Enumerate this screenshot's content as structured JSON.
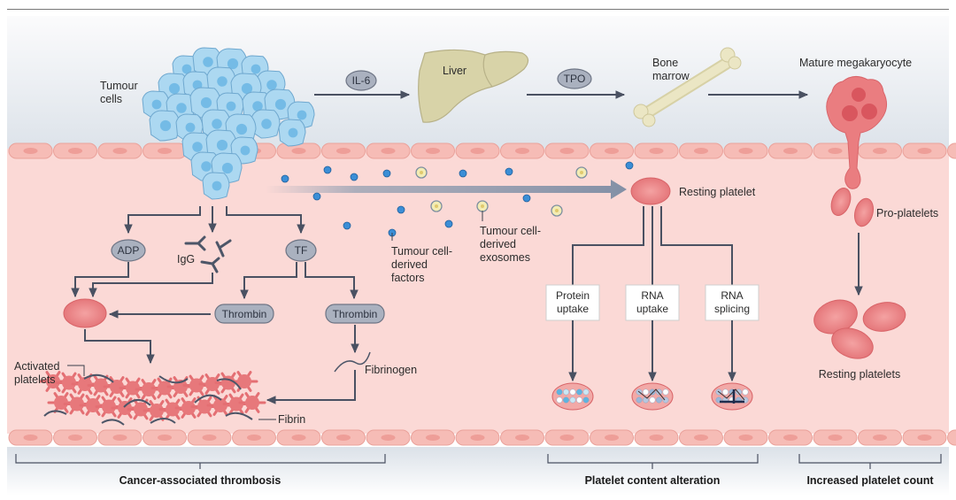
{
  "figure": {
    "colors": {
      "sky_top": "#fafbfc",
      "sky_bottom": "#dfe4ea",
      "vessel_interior": "#fbd9d6",
      "endothelium_fill": "#f6b9b3",
      "endothelium_nucleus": "#ee9d97",
      "tumour_cell": "#a9d7f0",
      "tumour_nucleus": "#6fb8e3",
      "platelet": "#e9787b",
      "liver": "#d8d3a8",
      "bone": "#ebe6c4",
      "pill_fill": "#aab1bf",
      "arrow": "#4a5162",
      "factor_dot": "#3b8ed6",
      "exosome": "#f3ecb4"
    },
    "top_row": {
      "tumour_label": [
        "Tumour",
        "cells"
      ],
      "il6_label": "IL-6",
      "liver_label": "Liver",
      "tpo_label": "TPO",
      "bone_label": [
        "Bone",
        "marrow"
      ],
      "megakaryocyte_label": "Mature megakaryocyte"
    },
    "thrombosis": {
      "adp": "ADP",
      "igg": "IgG",
      "tf": "TF",
      "thrombin_left": "Thrombin",
      "thrombin_right": "Thrombin",
      "fibrinogen": "Fibrinogen",
      "activated_platelets": [
        "Activated",
        "platelets"
      ],
      "fibrin": "Fibrin"
    },
    "circulation": {
      "factors_label": [
        "Tumour cell-",
        "derived",
        "factors"
      ],
      "exosomes_label": [
        "Tumour cell-",
        "derived",
        "exosomes"
      ],
      "resting_platelet": "Resting platelet"
    },
    "alteration": {
      "boxes": [
        [
          "Protein",
          "uptake"
        ],
        [
          "RNA",
          "uptake"
        ],
        [
          "RNA",
          "splicing"
        ]
      ]
    },
    "count": {
      "pro_platelets": "Pro-platelets",
      "resting_platelets": "Resting platelets"
    },
    "sections": [
      "Cancer-associated thrombosis",
      "Platelet content alteration",
      "Increased platelet count"
    ]
  }
}
